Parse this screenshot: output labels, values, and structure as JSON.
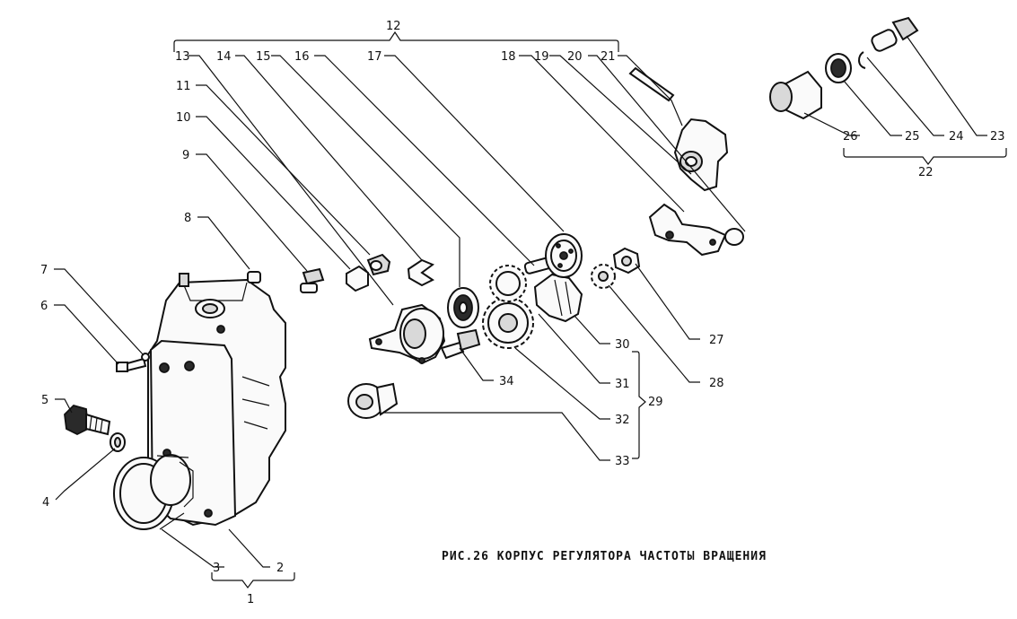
{
  "caption": "РИС.26 КОРПУС РЕГУЛЯТОРА ЧАСТОТЫ ВРАЩЕНИЯ",
  "labels": {
    "n1": "1",
    "n2": "2",
    "n3": "3",
    "n4": "4",
    "n5": "5",
    "n6": "6",
    "n7": "7",
    "n8": "8",
    "n9": "9",
    "n10": "10",
    "n11": "11",
    "n12": "12",
    "n13": "13",
    "n14": "14",
    "n15": "15",
    "n16": "16",
    "n17": "17",
    "n18": "18",
    "n19": "19",
    "n20": "20",
    "n21": "21",
    "n22": "22",
    "n23": "23",
    "n24": "24",
    "n25": "25",
    "n26": "26",
    "n27": "27",
    "n28": "28",
    "n29": "29",
    "n30": "30",
    "n31": "31",
    "n32": "32",
    "n33": "33",
    "n34": "34"
  }
}
